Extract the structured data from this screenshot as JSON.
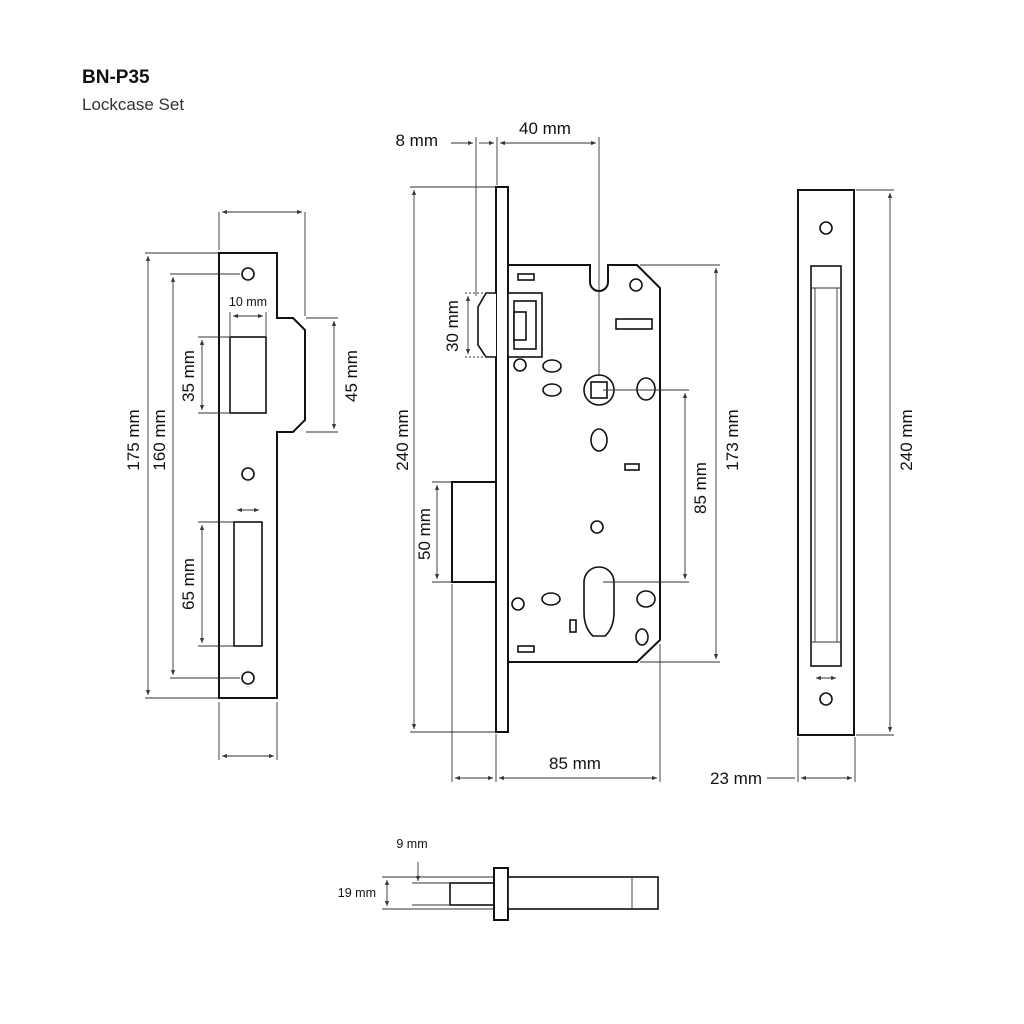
{
  "header": {
    "model": "BN-P35",
    "product": "Lockcase Set"
  },
  "strike_plate": {
    "dims": {
      "height_175": "175 mm",
      "height_160": "160 mm",
      "latch_width": "10 mm",
      "latch_height": "35 mm",
      "lip_height": "45 mm",
      "bolt_height": "65 mm"
    }
  },
  "lock_body": {
    "dims": {
      "faceplate": "8 mm",
      "backset": "40 mm",
      "latch_height": "30 mm",
      "total_height": "240 mm",
      "bolt_height": "50 mm",
      "case_height": "173 mm",
      "center_distance": "85 mm",
      "depth": "85 mm"
    }
  },
  "faceplate_view": {
    "dims": {
      "height": "240 mm",
      "width": "23 mm"
    }
  },
  "bolt_detail": {
    "dims": {
      "throw": "9 mm",
      "height": "19 mm"
    }
  }
}
